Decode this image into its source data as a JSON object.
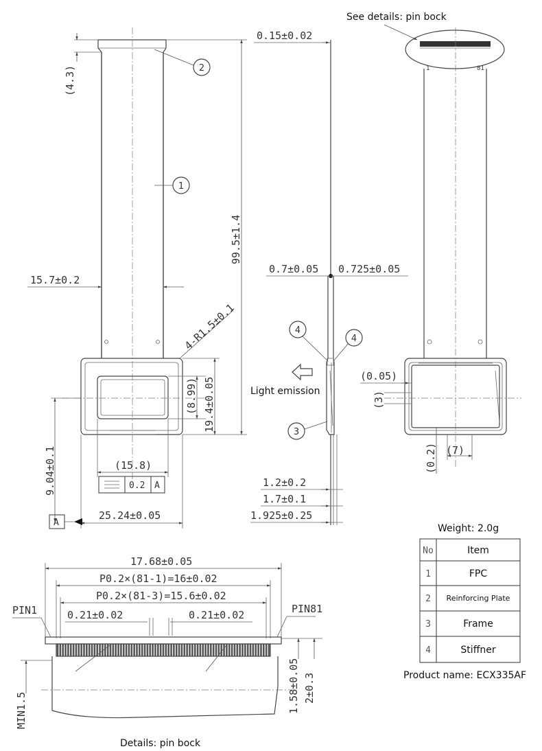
{
  "front_view": {
    "dim_top_offset": "(4.3)",
    "dim_fpc_width": "15.7±0.2",
    "dim_total_length": "99.5±1.4",
    "dim_corner_radius": "4-R1.5±0.1",
    "dim_window_height": "(8.99)",
    "dim_frame_height": "19.4±0.05",
    "dim_window_width": "(15.8)",
    "dim_datum_offset": "9.04±0.1",
    "dim_frame_width": "25.24±0.05",
    "flatness_symbol": "▱",
    "flatness_value": "0.2",
    "flatness_datum": "A",
    "datum_label": "A"
  },
  "side_view": {
    "dim_fpc_thickness": "0.15±0.02",
    "dim_left_thickness": "0.7±0.05",
    "dim_right_thickness": "0.725±0.05",
    "light_emission": "Light emission",
    "dim_t1": "1.2±0.2",
    "dim_t2": "1.7±0.1",
    "dim_t3": "1.925±0.25"
  },
  "back_view": {
    "see_details": "See details: pin bock",
    "dim_gap": "(0.05)",
    "dim_slot": "(3)",
    "dim_bottom_offset": "(0.2)",
    "dim_tab_width": "(7)",
    "pin_mark_left": "1",
    "pin_mark_right": "81"
  },
  "detail_view": {
    "dim_overall": "17.68±0.05",
    "dim_pitch_a": "P0.2×(81-1)=16±0.02",
    "dim_pitch_b": "P0.2×(81-3)=15.6±0.02",
    "dim_pad_left": "0.21±0.02",
    "dim_pad_right": "0.21±0.02",
    "pin1_label": "PIN1",
    "pin81_label": "PIN81",
    "dim_min": "MIN1.5",
    "dim_pad_len": "1.58±0.05",
    "dim_tail": "2±0.3",
    "caption": "Details: pin bock"
  },
  "balloons": {
    "b1": "1",
    "b2": "2",
    "b3": "3",
    "b4a": "4",
    "b4b": "4"
  },
  "parts_table": {
    "weight": "Weight:  2.0g",
    "header_no": "No",
    "header_item": "Item",
    "rows": [
      {
        "no": "1",
        "item": "FPC"
      },
      {
        "no": "2",
        "item": "Reinforcing Plate"
      },
      {
        "no": "3",
        "item": "Frame"
      },
      {
        "no": "4",
        "item": "Stiffner"
      }
    ],
    "product_name": "Product name: ECX335AF"
  }
}
